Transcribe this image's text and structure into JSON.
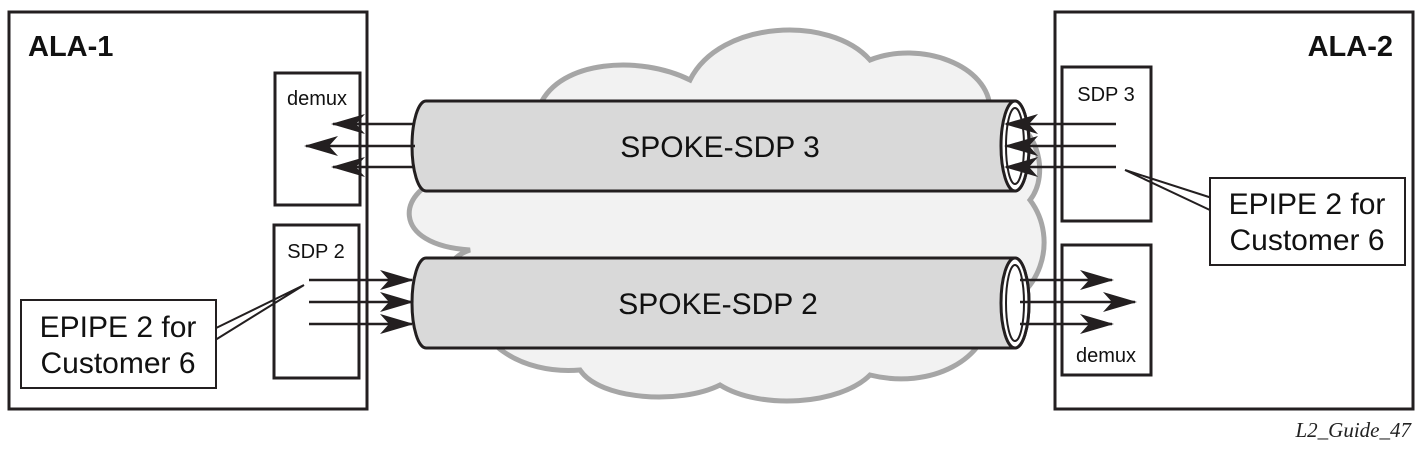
{
  "nodes": {
    "left_router": "ALA-1",
    "right_router": "ALA-2"
  },
  "left": {
    "demux_label": "demux",
    "sdp_label": "SDP 2",
    "callout": [
      "EPIPE 2 for",
      "Customer 6"
    ]
  },
  "right": {
    "sdp_label": "SDP 3",
    "demux_label": "demux",
    "callout": [
      "EPIPE 2 for",
      "Customer 6"
    ]
  },
  "tunnels": {
    "top": "SPOKE-SDP 3",
    "bottom": "SPOKE-SDP 2"
  },
  "figure_id": "L2_Guide_47",
  "colors": {
    "tunnel_fill": "#d9d9d9",
    "cloud_fill": "#f2f2f2",
    "cloud_stroke": "#a6a6a6",
    "line": "#231f20"
  }
}
